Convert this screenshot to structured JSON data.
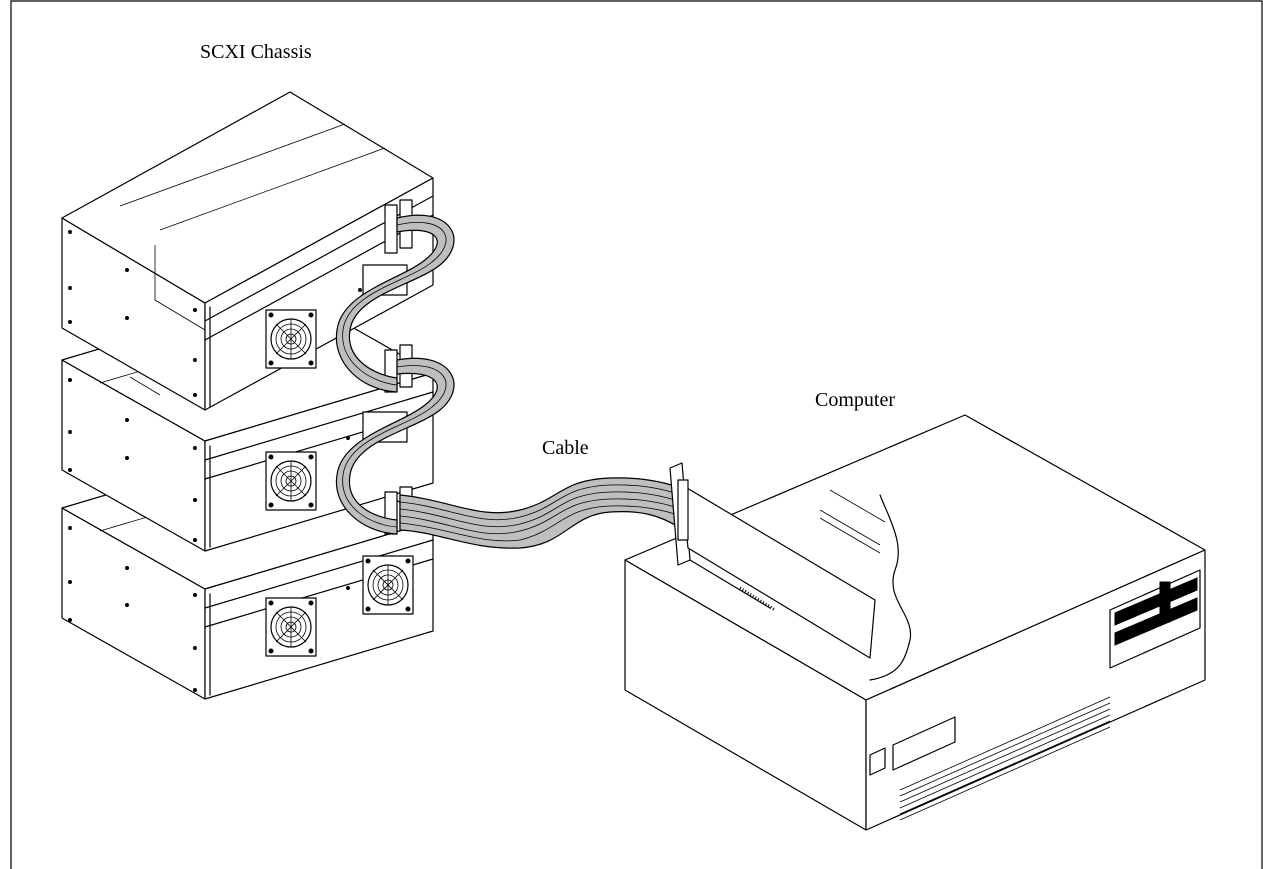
{
  "labels": {
    "chassis": "SCXI Chassis",
    "computer": "Computer",
    "cable": "Cable"
  },
  "colors": {
    "background": "#ffffff",
    "line": "#000000",
    "cable_fill": "#bfbfbf"
  }
}
